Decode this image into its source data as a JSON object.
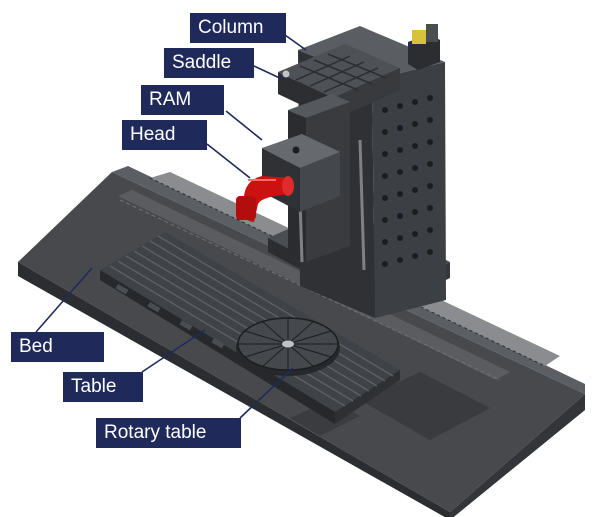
{
  "diagram": {
    "labels": {
      "column": "Column",
      "saddle": "Saddle",
      "ram": "RAM",
      "head": "Head",
      "bed": "Bed",
      "table": "Table",
      "rotary_table": "Rotary table"
    }
  },
  "colors": {
    "label_bg": "#1f2a5a",
    "label_text": "#ffffff",
    "machine_body": "#3f4246",
    "machine_dark": "#2b2d30",
    "machine_light": "#5b5e63",
    "head_red": "#cc1111",
    "leader_line": "#1f2a5a"
  }
}
